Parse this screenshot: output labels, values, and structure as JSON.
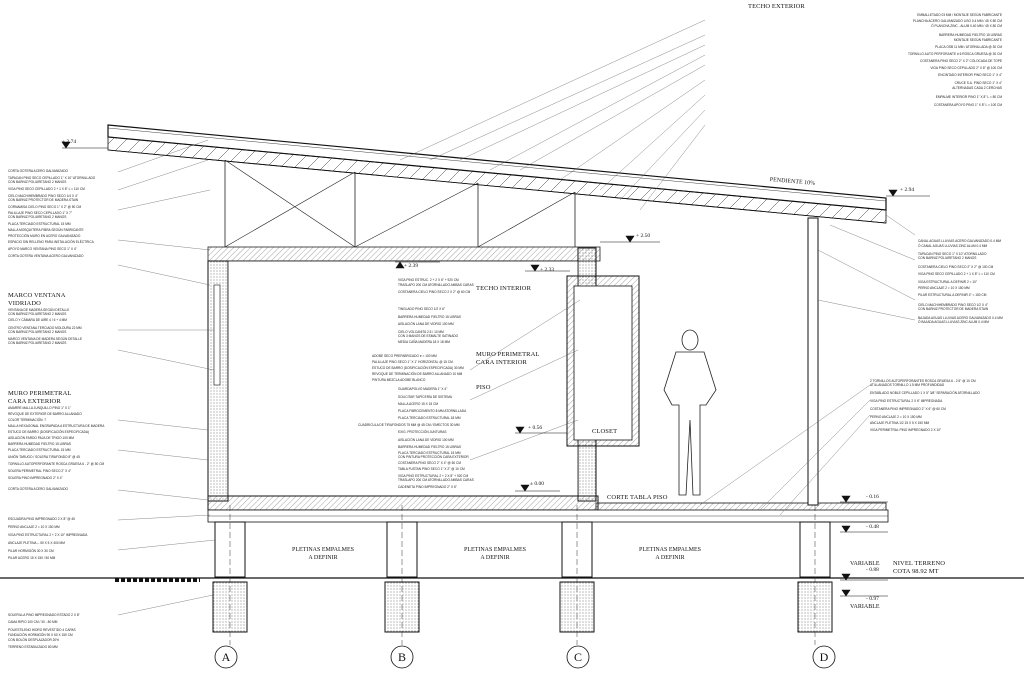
{
  "roof_header": {
    "title": "TECHO EXTERIOR",
    "items": [
      "EMBALLETADO 03 MM / MONTAJE SEGÚN FABRICANTE",
      "PLANCHA ACERO GALVANIZADO LISO 0.4 MM / 45 X 80 CM",
      "Ó PLANCHA ZINC - ALUM 0.40 MM / 45 X 80 CM",
      "BARRERA HUMEDAD FIELTRO 15 LIBRAS",
      "MONTAJE SEGÚN FABRICANTE",
      "PLACA OSB 11 MM / ATORNILLADA @ 30 CM",
      "TORNILLO AUTO PERFORANTE # 6 ROSCA GRUESA @ 30 CM",
      "COSTANERA PINO SECO 2\" X 2\" COLOCADA DE TOPE",
      "VIGA PINO SECO CEPILLADO 2\" X 8\" @ 100 CM",
      "ENCINTADO INTERIOR PINO SECO 1\" X 4\"",
      "CRUCE S.A. PINO SECO 1\" X 4\"",
      "ALTERNADAS CADA 2 CERCHAS",
      "EMPALME INTERIOR PINO 1\" X 8\" L = 80 CM",
      "COSTANERA APOYO PINO 1\" X 8\" L = 100 CM"
    ]
  },
  "levels": {
    "top": "+ 3.74",
    "eave": "+ 2.94",
    "ceiling": "+ 2.50",
    "ceiling_low": "+ 2.39",
    "window_head": "+ 2.33",
    "floor_mid": "+ 0.56",
    "floor": "± 0.00",
    "terrace": "- 0.16",
    "beam": "- 0.48",
    "ground": "- 0.88",
    "footing": "- 0.97",
    "variable_top": "VARIABLE",
    "variable_bottom": "VARIABLE"
  },
  "labels": {
    "slope": "PENDIENTE 10%",
    "ceiling_interior": "TECHO INTERIOR",
    "wall_interior_1": "MURO PERIMETRAL",
    "wall_interior_2": "CARA INTERIOR",
    "floor": "PISO",
    "closet": "CLOSET",
    "corte_tabla": "CORTE TABLA PISO",
    "window_title_1": "MARCO VENTANA",
    "window_title_2": "VIDRIADO",
    "wall_ext_1": "MURO PERIMETRAL",
    "wall_ext_2": "CARA EXTERIOR",
    "terrain_1": "NIVEL TERRENO",
    "terrain_2": "COTA 98.92 MT",
    "pletinas_1": "PLETINAS EMPALMES",
    "pletinas_2": "A DEFINIR"
  },
  "left_notes": [
    "CORTA GOTERA ACERO GALVANIZADO",
    "TAPACAN PINO SECO CEPILLADO 1\" X 10\" ATORNILLADO",
    "CON BARNIZ POLIURETANO 2 MANOS",
    "VIGA PINO SECO CEPILLADO 2 + 1 X 8\" L = 110 CM",
    "CIELO MACHIHEMBRADO PINO SECO 1/4 X 4\"",
    "CON BARNIZ PROTECTOR DE MADERA STAIN",
    "CORNAMISA CIELO PINO SECO 1\" X 2\" @ 50 CM",
    "PALILLAJE PINO SECO CEPILLADO 1\" X 7\"",
    "CON BARNIZ POLIURETANO 2 MANOS",
    "PLACA TERCIADO ESTRUCTURAL 15 MM",
    "MALLA MOSQUITERA FIBRA SEGÚN FABRICANTE",
    "PROTECCIÓN MURO EN ACERO GALVANIZADO",
    "ESPACIO SIN RELLENO PARA INSTALACIÓN ELÉCTRICA",
    "APOYO MARCO VENTANA PINO SECO 1\" X 4\"",
    "CORTA GOTERA VENTANA ACERO GALVANIZADO"
  ],
  "window_notes": [
    "VENTANA DE MADERA SEGÚN DETALLE",
    "CON BARNIZ POLIURETANO 2 MANOS",
    "CIELO Y CÁMARA DE AIRE 4 / 6 + 4 MM",
    "CENTRO VENTANA TERCIADO MOLDURA 22 MM",
    "CON BARNIZ POLIURETANO 2 MANOS",
    "MARCO VENTANA DE MADERA SEGÚN DETALLE",
    "CON BARNIZ POLIURETANO 2 MANOS"
  ],
  "wall_ext_notes": [
    "AMARRE MALLA JUNQUILLO PINO 1\" X 1\"",
    "REVOQUE DE EXTERIOR DE BARRO ALLANADO",
    "COLOR TERMINACIÓN: 7",
    "MALLA HEXAGONAL ENGRAPADA A ESTRUCTURA DE MADERA",
    "ESTUCO DE BARRO (DOSIFICACIÓN ESPECIFICADA)",
    "AISLACIÓN FARDO PAJA DE TRIGO 100 MM",
    "BARRERA HUMEDAD FIELTRO 15 LIBRAS",
    "PLACA TERCIADO ESTRUCTURAL 15 MM",
    "UNIÓN TARUGO / SOLERA TIRAFONDO 8\" @ 45",
    "TORNILLO AUTOPERFORANTE ROSCA GRUESA 6 - 2\" @ 50 CM",
    "SOLERA PERIMETRAL PINO SECO 2\" X 4\"",
    "SOLERA PINO IMPREGNADO 2\" X 4\"",
    "CORTA GOTERA ACERO GALVANIZADO"
  ],
  "base_notes": [
    "ESCUADRA PINO IMPREGNADO 2 X 8\" @ 45",
    "PERNO ANCLAJE 2 = 10 X 150 MM",
    "VIGA PINO ESTRUCTURAL 2 + 2 X 10\" IMPREGNADA",
    "ANCLAJE PLETINA -- 50 X 5 X 400 MM",
    "PILAR HORMIGÓN 30 X 30 CM",
    "PILAR ACERO 15 X 150 / 50 MM"
  ],
  "foundation_notes": [
    "SOLERILLA PINO IMPREGNADO ESTADO 2 X 8\"",
    "CAMA RIPIO 100 CM / 30 - 80 MM",
    "POLIESTILENO HIDRO REVESTIDO 4 CAPAS",
    "FUNDACIÓN HORMIGÓN 90 X 60 X 150 CM",
    "CON BOLÓN DESPLAZADOR 20%",
    "TERRENO ESTABILIZADO 80 MM"
  ],
  "center_notes": [
    "VIGA PINO ESTRUC. 2 + 2 X 6\" + 920 CM",
    "TRASLAPO 200 CM ATORNILLADO AMBAS CARAS",
    "COSTANERA CIELO PINO SECO 2 X 2\" @ 60 CM",
    "TINGLADO PINO SECO 1/2 X 6\"",
    "BARRERA HUMEDAD FIELTRO 15 LIBRAS",
    "AISLACIÓN LANA DE VIDRIO 100 MM",
    "CIELO VOLCANITA 2.5 / 10 MM",
    "CON 3 MANOS DE ESMALTE SATINADO",
    "MEDIA CAÑA MADERA 18 X 18 MM",
    "ADOBE SECO PREFABRICADO e = 100 MM",
    "PALILLAJE PINO SECO 1\" X 1\" HORIZONTAL @ 15 CM",
    "ESTUCO DE BARRO (DOSIFICACIÓN ESPECIFICADA) 30 MM",
    "REVOQUE DE TERMINACIÓN DE BARRO ALLANADO 10 MM",
    "PINTURA MEZCLA ADOBE BLANCO",
    "GUARDAPOLVO MADERA 1\" X 4\"",
    "SOLICITAR TAPÍCERÍA DE SISTEMA",
    "MALLA ACERO 15 X 15 CM",
    "PLACA FIBROCEMENTO 8 MM ATORNILLADA",
    "PLACA TERCIADO ESTRUCTURAL 18 MM",
    "CUADRICULA DE TIRAFONDOS 75 MM @ 45 CM / EMECTOS 30 MM",
    "EXIG. PROTECCIÓN JUNTURAS",
    "AISLACIÓN LANA DE VIDRIO 100 MM",
    "BARRERA HUMEDAD FIELTRO 15 LIBRAS",
    "PLACA TERCIADO ESTRUCTURAL 15 MM",
    "CON PINTURA PROTECCIÓN CARA EXTERIOR",
    "COSTANERA PINO SECO 2\" X 4\" @ 50 CM",
    "TABLA FUSTAN PINO SECO 1\" X 2\" @ 10 CM",
    "VIGA PINO ESTRUCTURAL 2 + 2 X 8\" + 920 CM",
    "TRASLAPO 200 CM ATORNILLADO AMBAS CARAS",
    "CADENETA PINO IMPREGNADO 2\" X 6\""
  ],
  "right_notes": [
    "CANAL AGUAS LLUVIAS ACERO GALVANIZADO 0.4 MM",
    "Ó CANAL AGUAS LLUVIAS ZINC ALUM 0.4 MM",
    "TAPACAN PINO SECO 1\" X 10\" ATORNILLADO",
    "CON BARNIZ POLIURETANO 2 MANOS",
    "COSTANERA CIELO PINO SECO 2\" X 2\" @ 100 CM",
    "VIGA PINO SECO CEPILLADO 2 + 1 X 8\" L = 110 CM",
    "VIGA ESTRUCTURAL A DEFINIR 2 = 10\"",
    "PERNO ANCLAJE 2 = 10 X 150 MM",
    "PILAR ESTRUCTURAL A DEFINIR 4\" = 150 CM",
    "CIELO MACHIHEMBRADO PINO SECO 1/2 X 4\"",
    "CON BARNIZ PROTECTOR DE MADERA STAIN",
    "BAJADA AGUAS LLUVIAS ACERO GALVANIZADO 0.4 MM",
    "Ó BAJADA AGUAS LLUVIAS ZINC ALUM 0.4 MM"
  ],
  "terrace_notes": [
    "2 TORNILLOS AUTOPERFORANTES ROSCA GRUESA 6 - 2.5\" @ 10 CM",
    "ATILLANADOS TORNILLO 1.5 MM PROFUNDIDAD",
    "ENTABLADO NOBLE CEPILLADO 1 X 5\" 3/8\" SEPARACIÓN ATORNILLADO",
    "VIGA PINO ESTRUCTURAL 2 X 6\" IMPREGNADA",
    "COSTANERA PINO IMPREGNADO 2\" X 6\" @ 60 CM",
    "PERNO ANCLAJE 2 = 10 X 150 MM",
    "ANCLAJE PLETINA 1/2 15 X 5 X 150 MM",
    "VIGA PERIMETRAL PINO IMPREGNADO 2 X 10\""
  ],
  "axes": [
    "A",
    "B",
    "C",
    "D"
  ]
}
